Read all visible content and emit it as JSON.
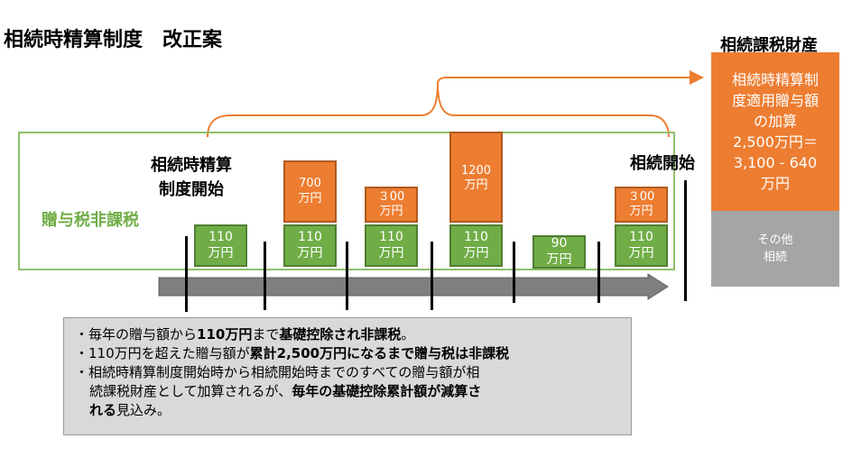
{
  "title": "相続時精算制度　改正案",
  "inheritance_property": {
    "title": "相続課税財産",
    "addition_lines": [
      "相続時精算制",
      "度適用贈与額",
      "の加算",
      "2,500万円＝",
      "3,100 - 640",
      "万円"
    ],
    "other_lines": [
      "その他",
      "相続"
    ]
  },
  "nontaxable_label": "贈与税非課税",
  "start_label": [
    "相続時精算",
    "制度開始"
  ],
  "end_label": "相続開始",
  "years": [
    {
      "basic": [
        "110",
        "万円"
      ],
      "excess": []
    },
    {
      "basic": [
        "110",
        "万円"
      ],
      "excess": [
        "700",
        "万円"
      ]
    },
    {
      "basic": [
        "110",
        "万円"
      ],
      "excess": [
        "３00",
        "万円"
      ]
    },
    {
      "basic": [
        "110",
        "万円"
      ],
      "excess": [
        "1200",
        "万円"
      ]
    },
    {
      "basic": [
        "90",
        "万円"
      ],
      "excess": []
    },
    {
      "basic": [
        "110",
        "万円"
      ],
      "excess": [
        "３00",
        "万円"
      ]
    }
  ],
  "notes": {
    "line1": [
      "・毎年の贈与額から",
      "110万円",
      "まで",
      "基礎控除され非課税",
      "。"
    ],
    "line2": [
      "・110万円を超えた贈与額が",
      "累計2,500万円になるまで贈与税は非課税"
    ],
    "line3": "・相続時精算制度開始時から相続開始時までのすべての贈与額が相",
    "line4": [
      "続課税財産として加算されるが、",
      "毎年の基礎控除累計額が減算さ"
    ],
    "line5": [
      "れる",
      "見込み。"
    ]
  },
  "colors": {
    "orange": "#ed7d31",
    "green": "#70ad47",
    "gray": "#a5a5a5",
    "arrow": "#7f7f7f"
  }
}
